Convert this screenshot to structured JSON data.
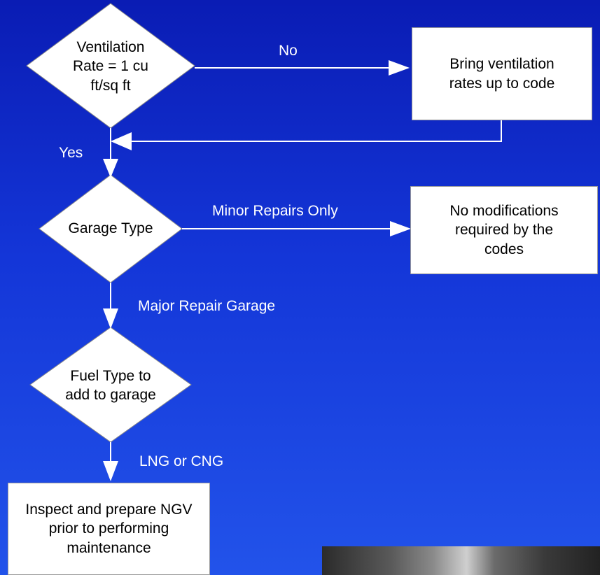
{
  "nodes": {
    "ventilation": "Ventilation Rate = 1 cu ft/sq ft",
    "bring_up": "Bring ventilation rates up to code",
    "garage_type": "Garage Type",
    "no_mods": "No modifications required by the codes",
    "fuel_type": "Fuel Type to add to garage",
    "inspect": "Inspect and prepare NGV prior to performing maintenance"
  },
  "edges": {
    "no": "No",
    "yes": "Yes",
    "minor": "Minor Repairs Only",
    "major": "Major Repair Garage",
    "lng": "LNG or CNG"
  },
  "colors": {
    "background_top": "#0a1cb4",
    "background_bottom": "#2253ea",
    "shape_fill": "#ffffff",
    "connector": "#ffffff"
  }
}
